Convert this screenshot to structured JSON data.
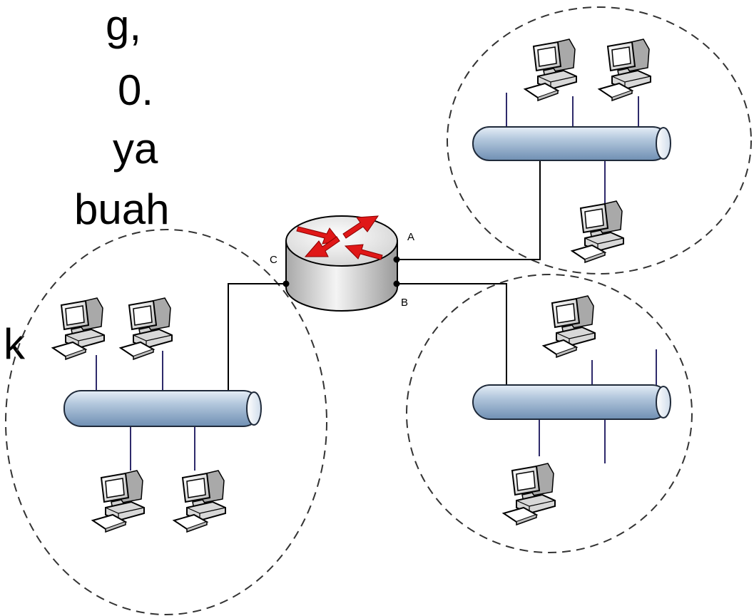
{
  "slide_text_fragments": [
    "g,",
    "0.",
    "ya",
    "buah",
    "k"
  ],
  "router": {
    "ports": [
      "A",
      "B",
      "C"
    ],
    "arrow_color": "#e01818",
    "body_color": "#d9d9d9"
  },
  "segments": [
    {
      "computers": 4,
      "icon": "desktop-computer-icon"
    },
    {
      "computers": 3,
      "icon": "desktop-computer-icon"
    },
    {
      "computers": 2,
      "icon": "desktop-computer-icon"
    }
  ],
  "colors": {
    "bus_fill": "#9db7d2",
    "bus_stroke": "#1f2a3a",
    "drop_line": "#2e2a6b",
    "boundary": "#333333",
    "link_line": "#000000"
  }
}
